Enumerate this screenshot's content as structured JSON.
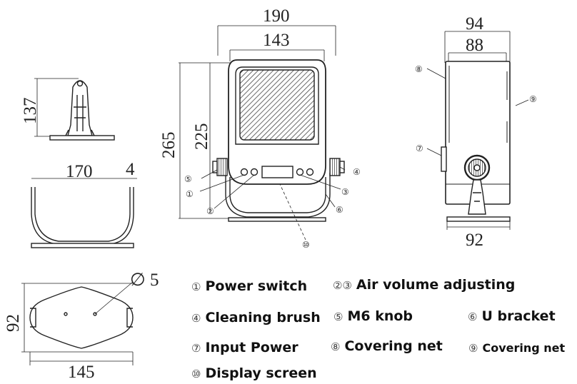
{
  "dimensions": {
    "top_width": "190",
    "inner_width": "143",
    "total_height": "265",
    "inner_height": "225",
    "side_width_outer": "94",
    "side_width_inner": "88",
    "side_bottom": "92",
    "stand_height": "137",
    "bracket_width": "170",
    "bracket_thickness": "4",
    "base_height": "92",
    "base_width": "145",
    "hole_diameter": "∅ 5"
  },
  "callouts": {
    "c1": "①",
    "c2": "②",
    "c3": "③",
    "c4": "④",
    "c5": "⑤",
    "c6": "⑥",
    "c7": "⑦",
    "c8": "⑧",
    "c9": "⑨",
    "c10": "⑩"
  },
  "legend": [
    {
      "num": "①",
      "text": "Power switch"
    },
    {
      "num": "②③",
      "text": "Air volume adjusting"
    },
    {
      "num": "④",
      "text": "Cleaning brush"
    },
    {
      "num": "⑤",
      "text": "M6 knob"
    },
    {
      "num": "⑥",
      "text": "U bracket"
    },
    {
      "num": "⑦",
      "text": "Input Power"
    },
    {
      "num": "⑧",
      "text": "Covering net"
    },
    {
      "num": "⑨",
      "text": "Covering net"
    },
    {
      "num": "⑩",
      "text": "Display screen"
    }
  ]
}
